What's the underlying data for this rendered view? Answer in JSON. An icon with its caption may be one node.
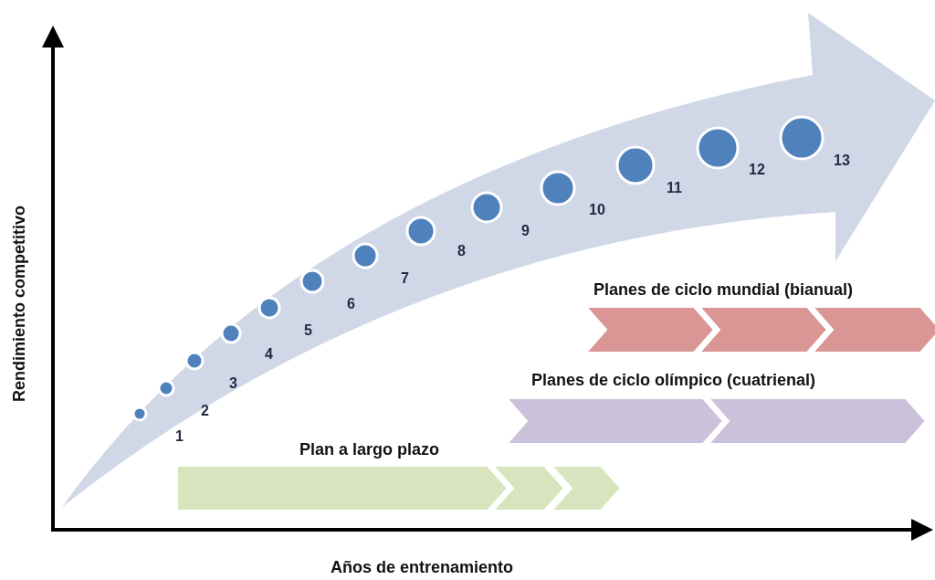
{
  "diagram": {
    "labels": [
      "Rendimiento competitivo",
      "1",
      "2",
      "3",
      "4",
      "5",
      "6",
      "7",
      "8",
      "9",
      "10",
      "11",
      "12",
      "13",
      "Planes de ciclo mundial (bianual)",
      "Planes de ciclo olímpico (cuatrienal)",
      "Plan a largo plazo",
      "Años de entrenamiento"
    ]
  }
}
